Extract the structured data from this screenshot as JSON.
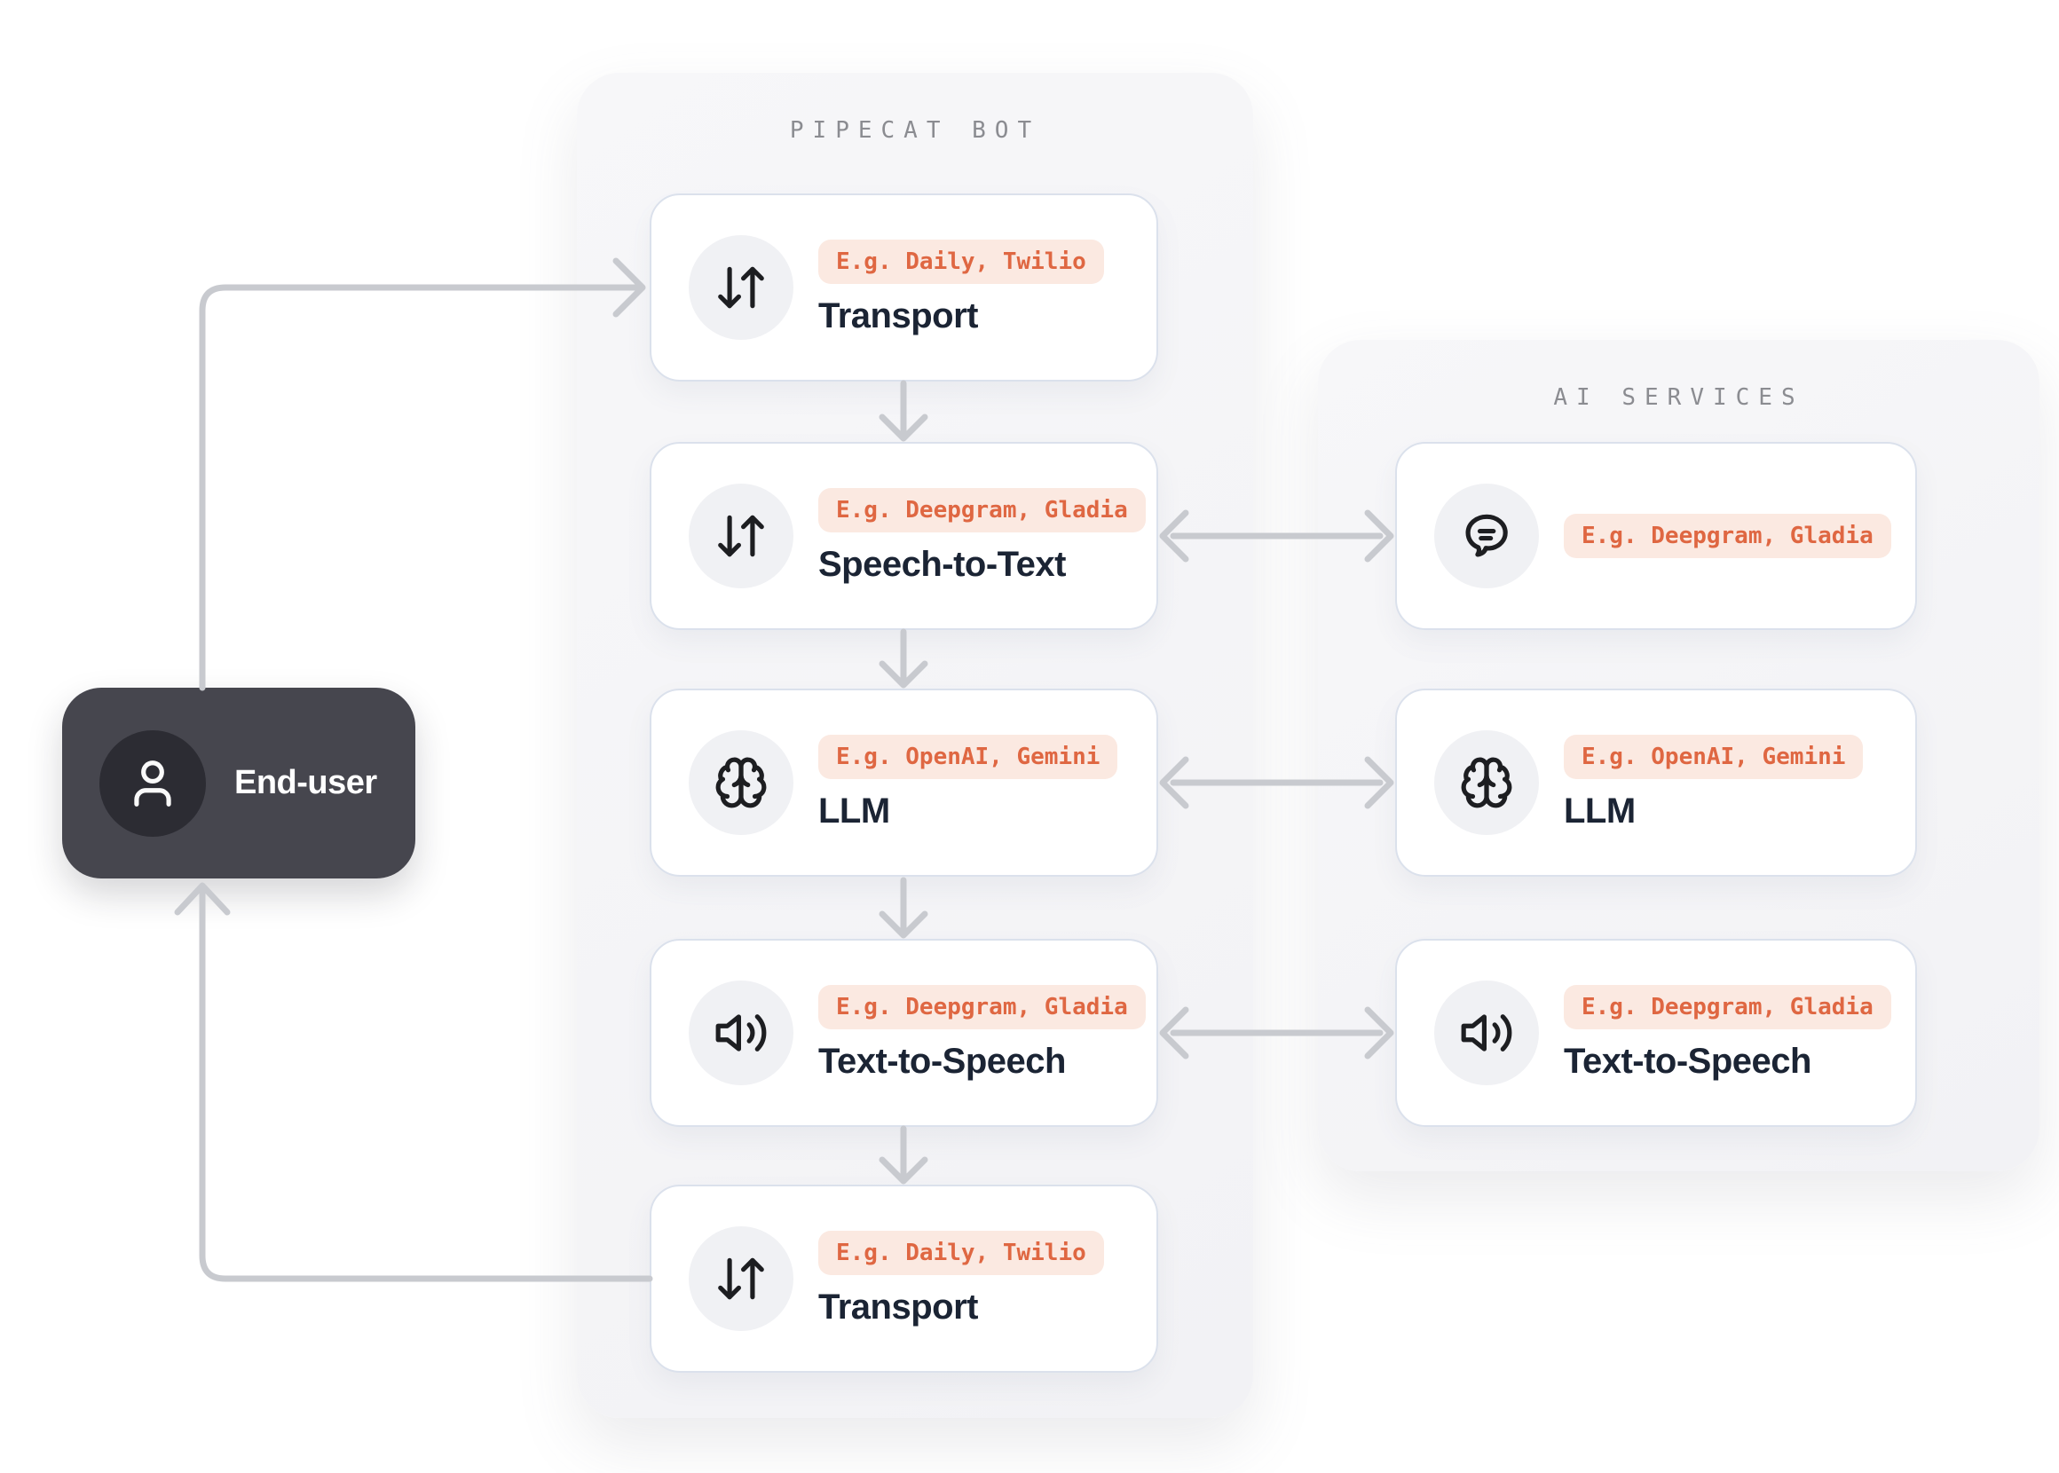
{
  "diagram": {
    "end_user": {
      "label": "End-user",
      "icon": "user-icon"
    },
    "pipecat_panel": {
      "title": "PIPECAT BOT",
      "cards": [
        {
          "icon": "arrow-down-up-icon",
          "badge": "E.g. Daily, Twilio",
          "title": "Transport"
        },
        {
          "icon": "arrow-down-up-icon",
          "badge": "E.g. Deepgram, Gladia",
          "title": "Speech-to-Text"
        },
        {
          "icon": "brain-icon",
          "badge": "E.g. OpenAI, Gemini",
          "title": "LLM"
        },
        {
          "icon": "volume-icon",
          "badge": "E.g. Deepgram, Gladia",
          "title": "Text-to-Speech"
        },
        {
          "icon": "arrow-down-up-icon",
          "badge": "E.g. Daily, Twilio",
          "title": "Transport"
        }
      ]
    },
    "ai_panel": {
      "title": "AI SERVICES",
      "cards": [
        {
          "icon": "speech-bubble-icon",
          "badge": "E.g. Deepgram, Gladia",
          "title": ""
        },
        {
          "icon": "brain-icon",
          "badge": "E.g. OpenAI, Gemini",
          "title": "LLM"
        },
        {
          "icon": "volume-icon",
          "badge": "E.g. Deepgram, Gladia",
          "title": "Text-to-Speech"
        }
      ]
    },
    "colors": {
      "accent": "#df6742",
      "badge_bg": "#fbe9e1",
      "card_border": "#dbe1ec",
      "card_title": "#1b2434",
      "panel_bg": "#f5f5f7",
      "panel_title": "#8b8c91",
      "arrow": "#c8cacf",
      "end_user_bg": "#46464e"
    }
  }
}
